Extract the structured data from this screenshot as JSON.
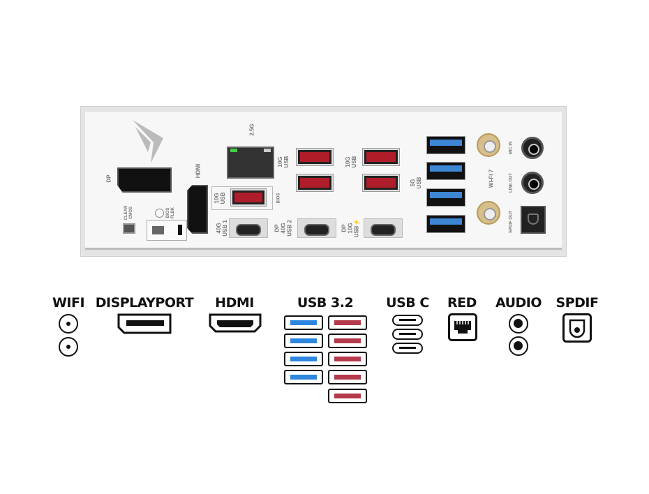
{
  "panel": {
    "dp": "DP",
    "hdmi": "HDMI",
    "lan": "2.5G",
    "bios_usb": "10G\nUSB",
    "bios": "BIOS",
    "clear_cmos": "CLEAR\nCMOS",
    "bios_flbk": "BIOS\nFLBK",
    "usbc1": "40G\nUSB 1",
    "usbc2": "DP\n40G\nUSB 2",
    "usbc3": "DP\n10G\nUSB⚡",
    "usb10g_a": "10G\nUSB",
    "usb10g_b": "10G\nUSB",
    "usb5g": "5G\nUSB",
    "wifi": "WI-FI 7",
    "mic_in": "MIC IN",
    "line_out": "LINE OUT",
    "spdif_out": "SPDIF OUT"
  },
  "legend": {
    "wifi": "WIFI",
    "displayport": "DISPLAYPORT",
    "hdmi": "HDMI",
    "usb32": "USB 3.2",
    "usbc": "USB C",
    "red": "RED",
    "audio": "AUDIO",
    "spdif": "SPDIF"
  },
  "colors": {
    "usb_blue": "#2e86de",
    "usb_red": "#b53a4c"
  }
}
